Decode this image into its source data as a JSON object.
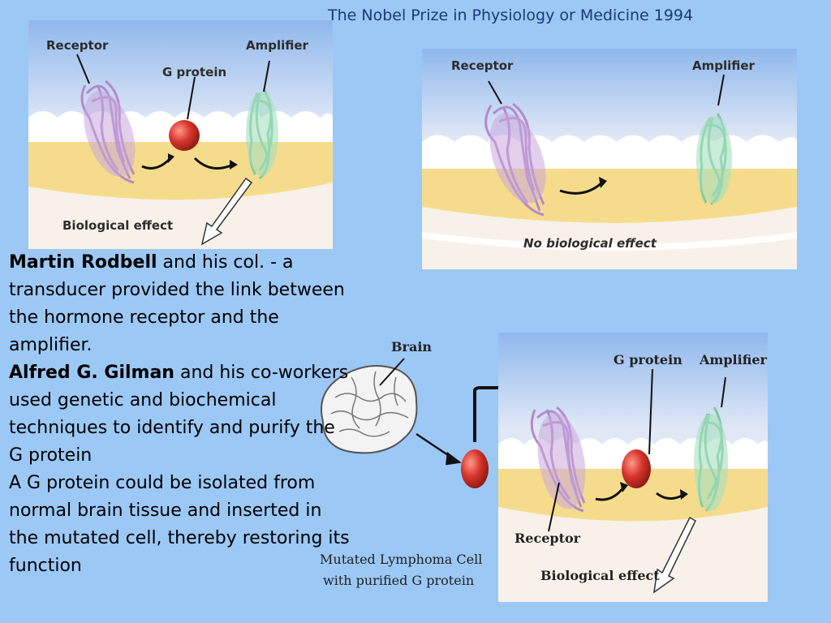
{
  "title": "The Nobel Prize in Physiology or Medicine 1994",
  "panel1": {
    "receptor": "Receptor",
    "g_protein": "G protein",
    "amplifier": "Amplifier",
    "effect": "Biological effect"
  },
  "panel2": {
    "receptor": "Receptor",
    "amplifier": "Amplifier",
    "effect": "No biological effect"
  },
  "panel3": {
    "g_protein": "G protein",
    "amplifier": "Amplifier",
    "receptor": "Receptor",
    "effect": "Biological effect"
  },
  "brain_label": "Brain",
  "cell_label_line1": "Mutated Lymphoma Cell",
  "cell_label_line2": "with purified G protein",
  "text": {
    "p1_bold": "Martin Rodbell",
    "p1_rest": " and his col. - a transducer provided the link between the hormone receptor and the amplifier.",
    "p2_bold": "Alfred G. Gilman",
    "p2_rest": " and his co-workers used genetic and biochemical techniques to identify and purify the G protein",
    "p3": "A G protein could be isolated from normal brain tissue and inserted in the mutated cell, thereby restoring its function"
  },
  "colors": {
    "background": "#9cc8f6",
    "receptor": "#c9a8dc",
    "amplifier": "#a6e0c0",
    "g_protein": "#d9362e",
    "membrane": "#f5dc8c",
    "title": "#1a3a78"
  }
}
